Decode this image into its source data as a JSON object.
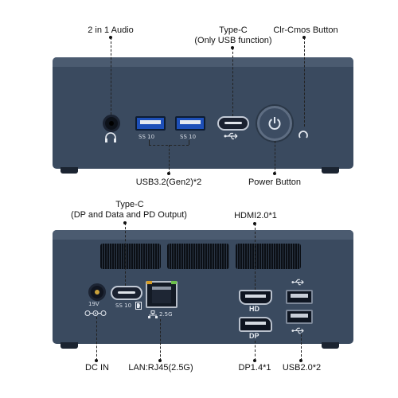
{
  "top_labels": {
    "audio": "2 in 1 Audio",
    "typec_line1": "Type-C",
    "typec_line2": "(Only USB function)",
    "clrcmos": "Clr-Cmos Button",
    "usb32": "USB3.2(Gen2)*2",
    "power": "Power Button"
  },
  "bottom_labels": {
    "typec_line1": "Type-C",
    "typec_line2": "(DP and Data and PD Output)",
    "hdmi": "HDMI2.0*1",
    "dcin": "DC IN",
    "lan": "LAN:RJ45(2.5G)",
    "dp": "DP1.4*1",
    "usb20": "USB2.0*2"
  },
  "port_marks": {
    "ss10_a": "SS 10",
    "ss10_b": "SS 10",
    "ss10_c": "SS 10",
    "hd": "HD",
    "dp": "DP",
    "voltage": "19V",
    "lan_speed": "2.5G"
  },
  "colors": {
    "case": "#3a4a5f",
    "usb3_blue": "#1d4fb8",
    "leader_line": "#222222"
  },
  "icons": [
    "headset-icon",
    "usb-icon",
    "power-icon",
    "clr-cmos-icon",
    "thunderbolt-icon",
    "dc-polarity-icon",
    "network-icon"
  ]
}
